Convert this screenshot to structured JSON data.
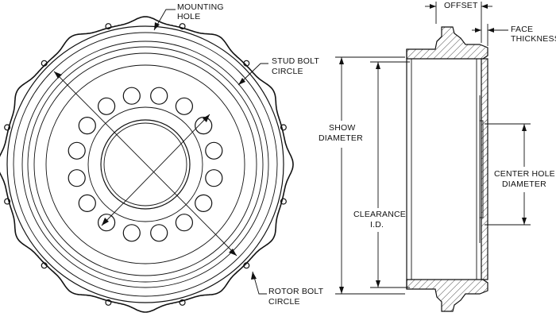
{
  "labels": {
    "mounting_hole": [
      "MOUNTING",
      "HOLE"
    ],
    "stud_bolt_circle": [
      "STUD BOLT",
      "CIRCLE"
    ],
    "rotor_bolt_circle": [
      "ROTOR BOLT",
      "CIRCLE"
    ],
    "offset": "OFFSET",
    "face_thickness": [
      "FACE",
      "THICKNESS"
    ],
    "show_diameter": [
      "SHOW",
      "DIAMETER"
    ],
    "clearance_id": [
      "CLEARANCE",
      "I.D."
    ],
    "center_hole_diameter": [
      "CENTER HOLE",
      "DIAMETER"
    ]
  },
  "drum": {
    "mounting_hole_count": 12,
    "bolt_hole_count": 16
  }
}
